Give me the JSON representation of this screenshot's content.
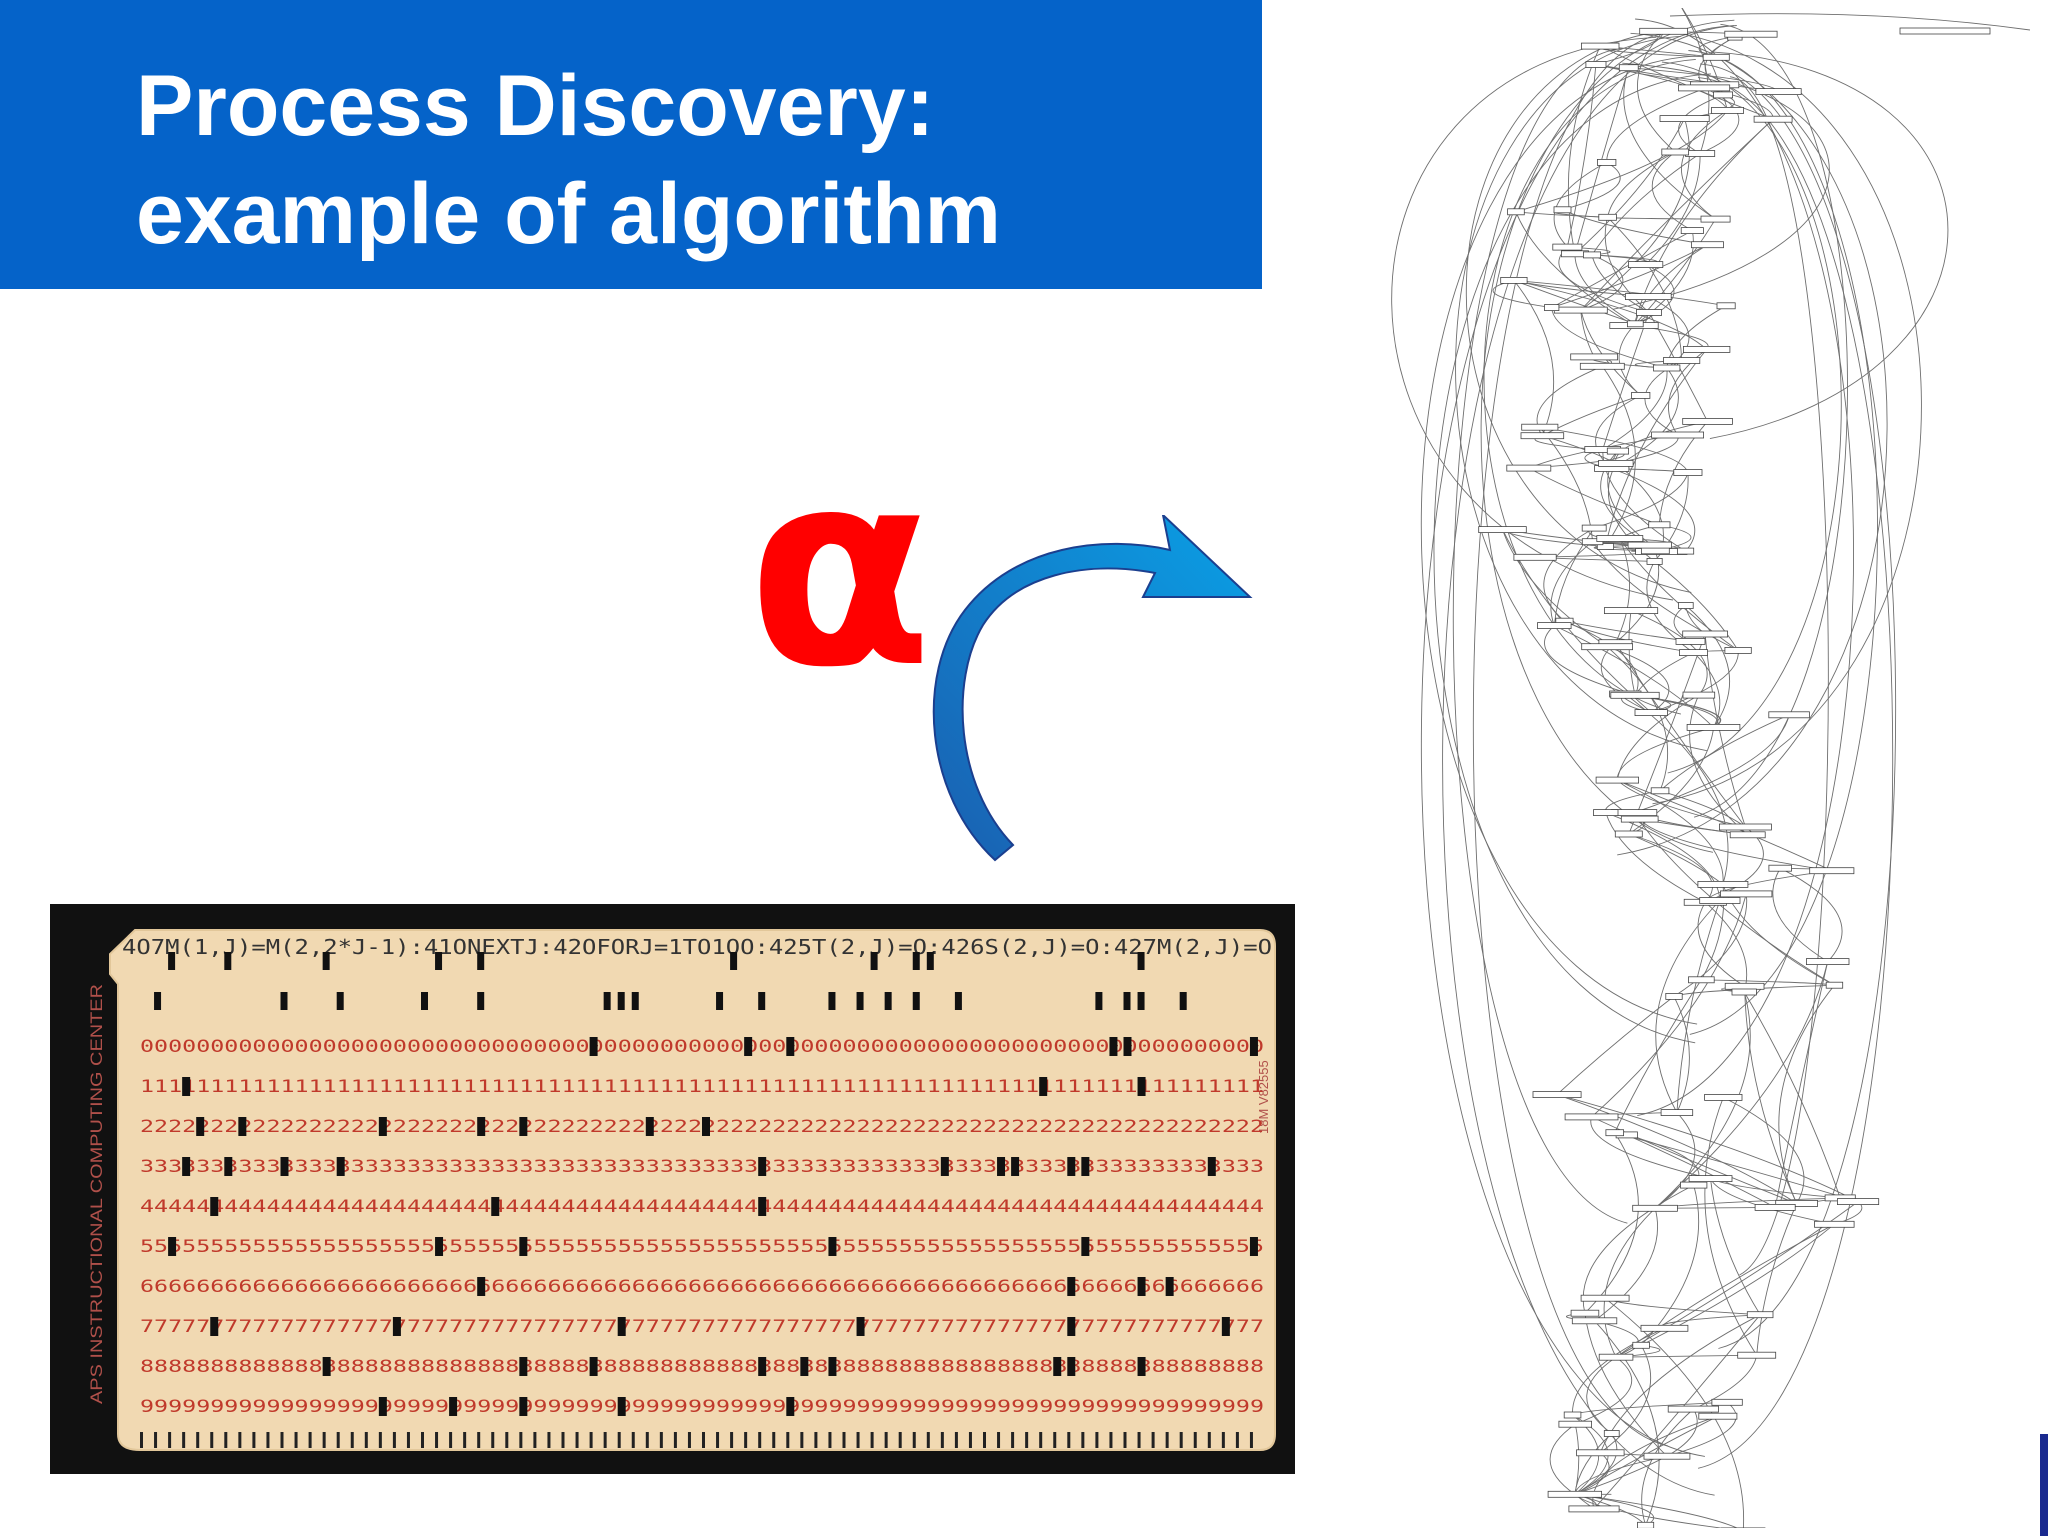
{
  "slide": {
    "title_line_1": "Process Discovery:",
    "title_line_2": "example of algorithm",
    "symbol": "α"
  },
  "punch_card": {
    "code_line": "4O7M(1,J)=M(2,2*J-1):41ONEXTJ:42OFORJ=1TO1OO:425T(2,J)=O:426S(2,J)=O:427M(2,J)=O",
    "side_label": "APS INSTRUCTIONAL COMPUTING CENTER",
    "card_id": "18M V82555",
    "digit_rows": [
      "0",
      "1",
      "2",
      "3",
      "4",
      "5",
      "6",
      "7",
      "8",
      "9"
    ]
  },
  "colors": {
    "title_band": "#0563c9",
    "title_text": "#ffffff",
    "symbol": "#ff0000",
    "arrow_light": "#0aa0e6",
    "arrow_dark": "#1a5fb0",
    "card_paper": "#f1d9b2",
    "card_digits": "#c0392b",
    "punched_hole": "#111111"
  }
}
